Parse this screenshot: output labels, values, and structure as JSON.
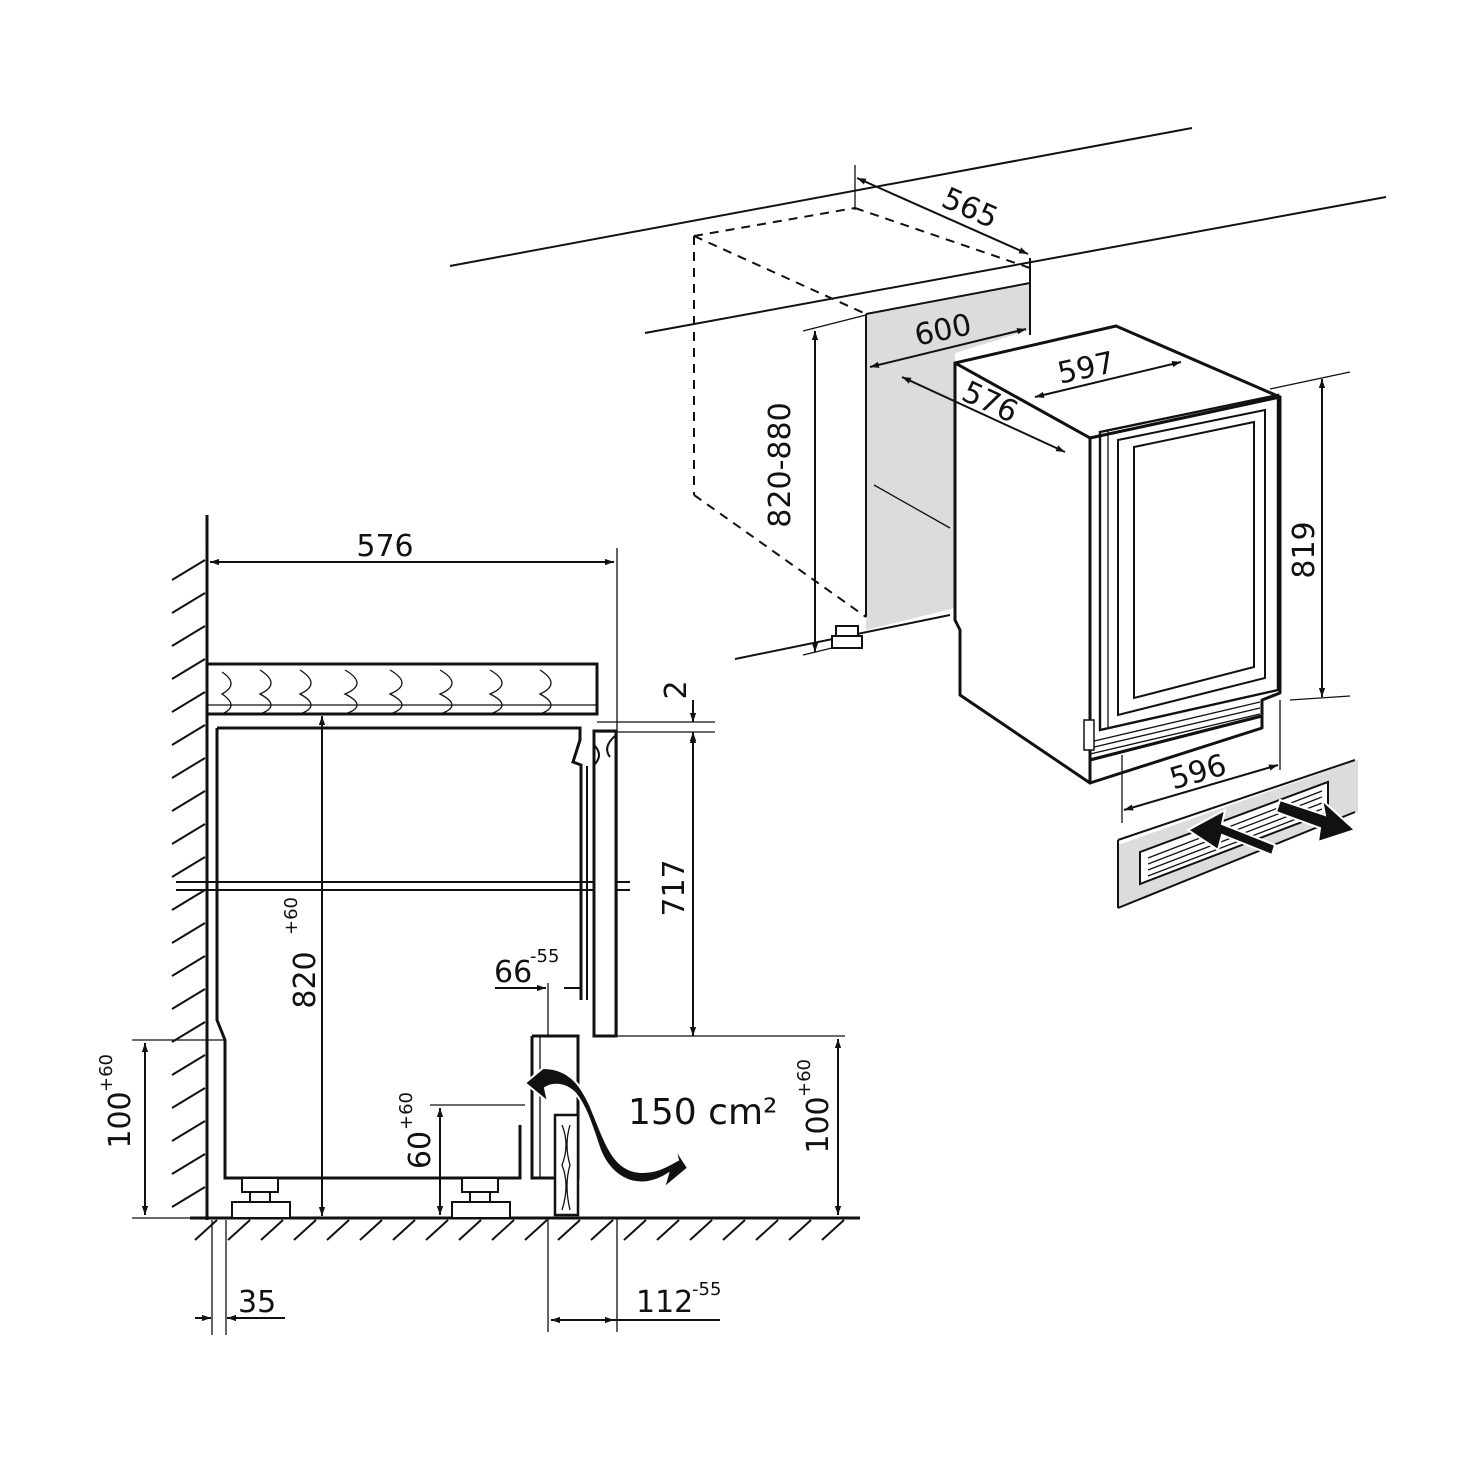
{
  "colors": {
    "ink": "#111111",
    "panel": "#dcdcdc",
    "background": "#ffffff"
  },
  "side_view": {
    "depth": "576",
    "top_gap": "2",
    "door_height": "717",
    "height_main": "820",
    "height_main_tol": "+60",
    "toe_gap": "66",
    "toe_gap_tol": "-55",
    "plinth_height_left": "100",
    "plinth_height_left_tol": "+60",
    "plinth_height_right": "100",
    "plinth_height_right_tol": "+60",
    "foot_height": "60",
    "foot_height_tol": "+60",
    "vent_area": "150 cm²",
    "wall_offset": "35",
    "plinth_depth": "112",
    "plinth_depth_tol": "-55"
  },
  "iso_view": {
    "niche_depth": "565",
    "niche_width": "600",
    "niche_height": "820-880",
    "unit_width_top": "597",
    "unit_depth": "576",
    "unit_height": "819",
    "unit_width_bottom": "596"
  }
}
